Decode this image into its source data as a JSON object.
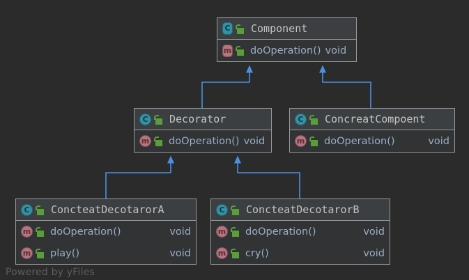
{
  "diagram": {
    "kind": "uml-class-diagram",
    "watermark": "Powered by yFiles",
    "colors": {
      "background": "#2b2b2b",
      "node_border": "#9a9a9a",
      "node_header_fill": "#3c3f41",
      "node_body_fill": "#313335",
      "class_name_text": "#c3c3c3",
      "member_text": "#9badc4",
      "edge": "#4a90e2",
      "class_icon": "#3592a5",
      "method_icon": "#b6757f",
      "lock_icon": "#5a9e3a",
      "watermark_text": "#5d5d5d"
    },
    "icons": {
      "class": "class-icon",
      "method": "method-icon",
      "visibility": "unlocked-padlock-icon"
    },
    "nodes": [
      {
        "id": "component",
        "name": "Component",
        "class_icon_glyph": "C",
        "members": [
          {
            "icon_glyph": "m",
            "name": "doOperation()",
            "type": "void",
            "type_aligned_right": false
          }
        ]
      },
      {
        "id": "decorator",
        "name": "Decorator",
        "class_icon_glyph": "C",
        "members": [
          {
            "icon_glyph": "m",
            "name": "doOperation()",
            "type": "void",
            "type_aligned_right": false
          }
        ]
      },
      {
        "id": "concreat-compoent",
        "name": "ConcreatCompoent",
        "class_icon_glyph": "C",
        "members": [
          {
            "icon_glyph": "m",
            "name": "doOperation()",
            "type": "void",
            "type_aligned_right": true
          }
        ]
      },
      {
        "id": "concteat-decotaror-a",
        "name": "ConcteatDecotarorA",
        "class_icon_glyph": "C",
        "members": [
          {
            "icon_glyph": "m",
            "name": "doOperation()",
            "type": "void",
            "type_aligned_right": true
          },
          {
            "icon_glyph": "m",
            "name": "play()",
            "type": "void",
            "type_aligned_right": true
          }
        ]
      },
      {
        "id": "concteat-decotaror-b",
        "name": "ConcteatDecotarorB",
        "class_icon_glyph": "C",
        "members": [
          {
            "icon_glyph": "m",
            "name": "doOperation()",
            "type": "void",
            "type_aligned_right": true
          },
          {
            "icon_glyph": "m",
            "name": "cry()",
            "type": "void",
            "type_aligned_right": true
          }
        ]
      }
    ],
    "edges": [
      {
        "id": "decorator-to-component",
        "from": "decorator",
        "to": "component",
        "type": "generalization"
      },
      {
        "id": "concreatcompoent-to-component",
        "from": "concreat-compoent",
        "to": "component",
        "type": "generalization"
      },
      {
        "id": "decoratora-to-decorator",
        "from": "concteat-decotaror-a",
        "to": "decorator",
        "type": "generalization"
      },
      {
        "id": "decoratorb-to-decorator",
        "from": "concteat-decotaror-b",
        "to": "decorator",
        "type": "generalization"
      }
    ]
  }
}
